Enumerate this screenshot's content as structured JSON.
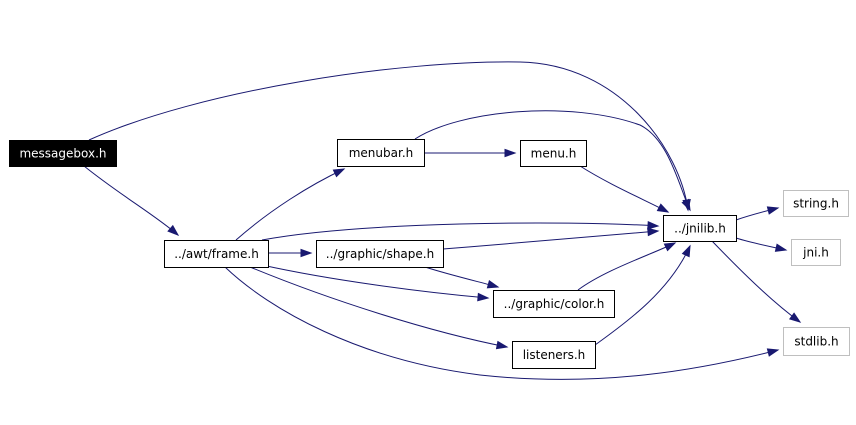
{
  "diagram": {
    "nodes": {
      "messagebox": {
        "label": "messagebox.h",
        "style": "root"
      },
      "frame": {
        "label": "../awt/frame.h",
        "style": "normal"
      },
      "menubar": {
        "label": "menubar.h",
        "style": "normal"
      },
      "menu": {
        "label": "menu.h",
        "style": "normal"
      },
      "shape": {
        "label": "../graphic/shape.h",
        "style": "normal"
      },
      "color": {
        "label": "../graphic/color.h",
        "style": "normal"
      },
      "listeners": {
        "label": "listeners.h",
        "style": "normal"
      },
      "jnilib": {
        "label": "../jnilib.h",
        "style": "normal"
      },
      "string": {
        "label": "string.h",
        "style": "external"
      },
      "jni": {
        "label": "jni.h",
        "style": "external"
      },
      "stdlib": {
        "label": "stdlib.h",
        "style": "external"
      }
    },
    "edges": [
      {
        "from": "messagebox",
        "to": "jnilib"
      },
      {
        "from": "messagebox",
        "to": "frame"
      },
      {
        "from": "frame",
        "to": "menubar"
      },
      {
        "from": "frame",
        "to": "jnilib"
      },
      {
        "from": "frame",
        "to": "shape"
      },
      {
        "from": "frame",
        "to": "color"
      },
      {
        "from": "frame",
        "to": "listeners"
      },
      {
        "from": "frame",
        "to": "stdlib"
      },
      {
        "from": "menubar",
        "to": "jnilib"
      },
      {
        "from": "menubar",
        "to": "menu"
      },
      {
        "from": "menu",
        "to": "jnilib"
      },
      {
        "from": "shape",
        "to": "jnilib"
      },
      {
        "from": "shape",
        "to": "color"
      },
      {
        "from": "color",
        "to": "jnilib"
      },
      {
        "from": "listeners",
        "to": "jnilib"
      },
      {
        "from": "jnilib",
        "to": "string"
      },
      {
        "from": "jnilib",
        "to": "jni"
      },
      {
        "from": "jnilib",
        "to": "stdlib"
      }
    ],
    "colors": {
      "edge": "#191970",
      "root_fill": "#000000",
      "root_text": "#ffffff",
      "node_border": "#000000",
      "external_border": "#bfbfbf",
      "text": "#000000"
    }
  }
}
